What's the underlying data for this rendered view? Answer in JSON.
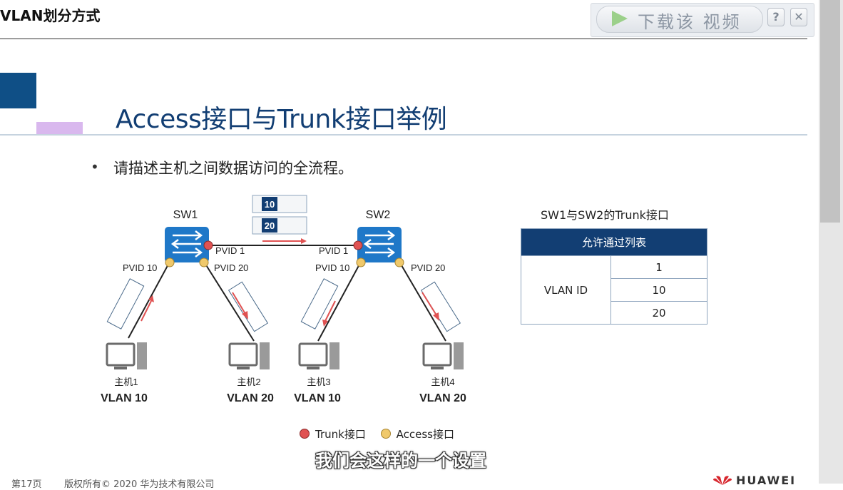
{
  "header": {
    "title": "VLAN划分方式",
    "download_label": "下载该 视频",
    "help_label": "?",
    "close_label": "✕"
  },
  "slide": {
    "title": "Access接口与Trunk接口举例",
    "bullet": "请描述主机之间数据访问的全流程。",
    "colors": {
      "primary": "#123e73",
      "accent_purple": "#d9b8ee",
      "trunk_port": "#e05252",
      "access_port": "#f0c96b",
      "arrow": "#e05252"
    }
  },
  "diagram": {
    "frames": [
      "10",
      "20"
    ],
    "switches": [
      {
        "name": "SW1",
        "ports": {
          "trunk": "PVID 1",
          "left": "PVID 10",
          "right": "PVID 20"
        }
      },
      {
        "name": "SW2",
        "ports": {
          "trunk": "PVID 1",
          "left": "PVID 10",
          "right": "PVID 20"
        }
      }
    ],
    "hosts": [
      {
        "name": "主机1",
        "vlan": "VLAN 10"
      },
      {
        "name": "主机2",
        "vlan": "VLAN 20"
      },
      {
        "name": "主机3",
        "vlan": "VLAN 10"
      },
      {
        "name": "主机4",
        "vlan": "VLAN 20"
      }
    ]
  },
  "table": {
    "caption": "SW1与SW2的Trunk接口",
    "header": "允许通过列表",
    "row_label": "VLAN ID",
    "values": [
      "1",
      "10",
      "20"
    ]
  },
  "legend": {
    "trunk": "Trunk接口",
    "access": "Access接口"
  },
  "subtitle": "我们会这样的一个设置",
  "footer": {
    "page": "第17页",
    "copyright": "版权所有© 2020 华为技术有限公司",
    "logo": "HUAWEI"
  }
}
